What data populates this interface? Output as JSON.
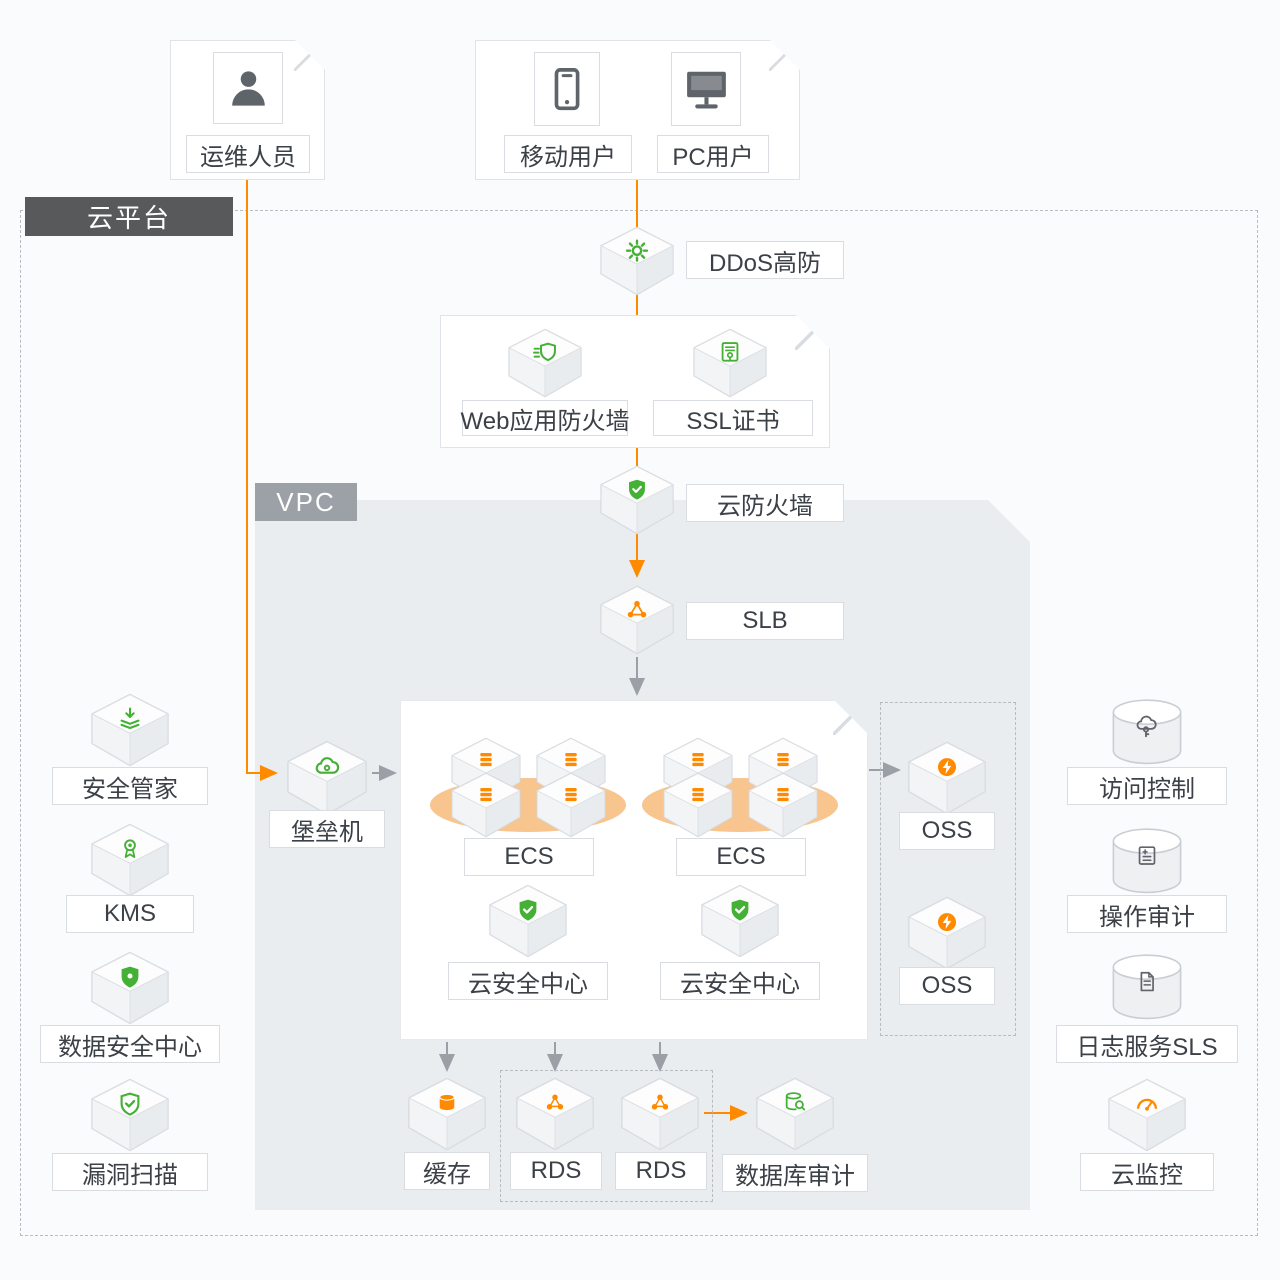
{
  "banners": {
    "cloud_platform": "云平台",
    "vpc": "VPC"
  },
  "actors": {
    "ops": "运维人员",
    "mobile": "移动用户",
    "pc": "PC用户"
  },
  "security_chain": {
    "ddos": "DDoS高防",
    "waf": "Web应用防火墙",
    "ssl": "SSL证书",
    "cloud_firewall": "云防火墙",
    "slb": "SLB"
  },
  "compute": {
    "bastion": "堡垒机",
    "ecs_1": "ECS",
    "ecs_2": "ECS",
    "csc_1": "云安全中心",
    "csc_2": "云安全中心"
  },
  "storage": {
    "oss_1": "OSS",
    "oss_2": "OSS"
  },
  "database": {
    "cache": "缓存",
    "rds_1": "RDS",
    "rds_2": "RDS",
    "db_audit": "数据库审计"
  },
  "left_column": {
    "security_manager": "安全管家",
    "kms": "KMS",
    "data_security": "数据安全中心",
    "vuln_scan": "漏洞扫描"
  },
  "right_column": {
    "ram": "访问控制",
    "actiontrail": "操作审计",
    "sls": "日志服务SLS",
    "cloud_monitor": "云监控"
  },
  "colors": {
    "orange": "#ff8a00",
    "green": "#44b035",
    "line_gray": "#9aa0a6",
    "banner_dark": "#58595b",
    "banner_gray": "#9ba1a7"
  }
}
